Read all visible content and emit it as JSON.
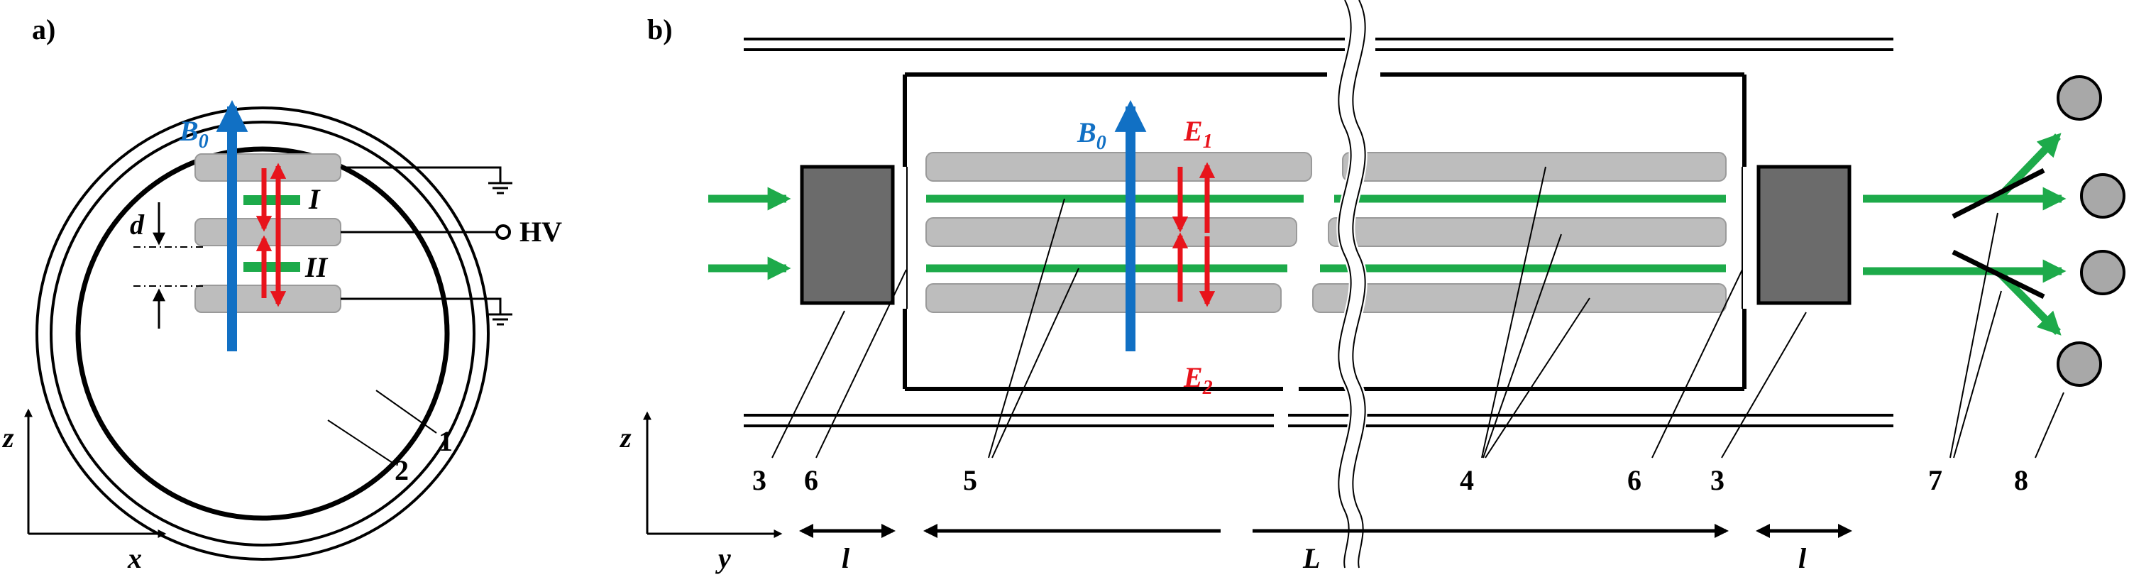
{
  "panel_a": {
    "label": "a)",
    "field_symbol": "B",
    "field_subscript": "0",
    "region_I": "I",
    "region_II": "II",
    "spacing_symbol": "d",
    "hv_label": "HV",
    "part_1": "1",
    "part_2": "2",
    "axis_vertical": "z",
    "axis_horizontal": "x"
  },
  "panel_b": {
    "label": "b)",
    "field_symbol": "B",
    "field_subscript": "0",
    "e1_symbol": "E",
    "e1_subscript": "1",
    "e2_symbol": "E",
    "e2_subscript": "2",
    "callouts": [
      "3",
      "6",
      "5",
      "4",
      "6",
      "3",
      "7",
      "8"
    ],
    "dim_short_left": "l",
    "dim_long": "L",
    "dim_short_right": "l",
    "axis_vertical": "z",
    "axis_horizontal": "y"
  },
  "colors": {
    "magnetic_field": "#1170c4",
    "electric_field": "#e8131b",
    "beam": "#1daa4a",
    "electrode": "#bdbdbd",
    "block": "#6b6b6b",
    "detector": "#a8a8a8"
  },
  "icons": [
    "arrow-icon",
    "ground-icon",
    "terminal-icon",
    "detector-icon"
  ]
}
